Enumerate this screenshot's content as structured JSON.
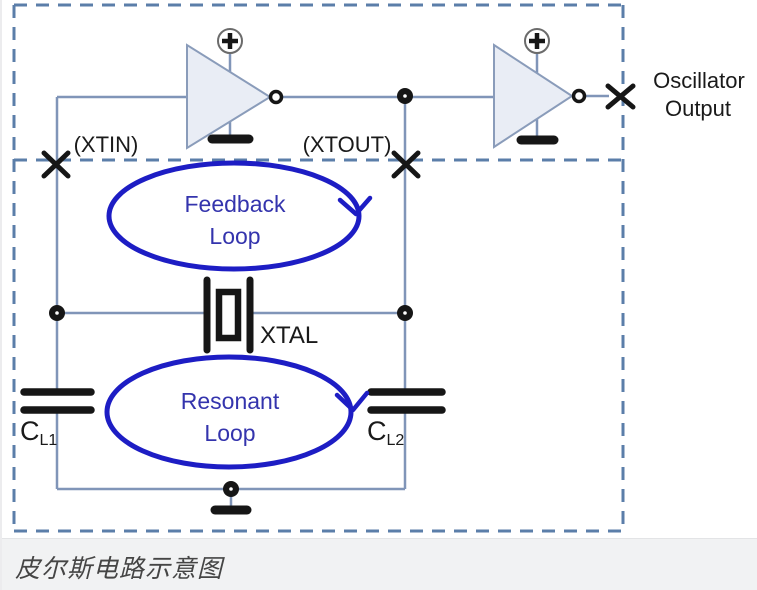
{
  "diagram": {
    "caption": "皮尔斯电路示意图",
    "labels": {
      "xtin": "(XTIN)",
      "xtout": "(XTOUT)",
      "xtal": "XTAL",
      "oscillator_output_line1": "Oscillator",
      "oscillator_output_line2": "Output",
      "cap1_main": "C",
      "cap1_sub": "L1",
      "cap2_main": "C",
      "cap2_sub": "L2"
    },
    "loops": {
      "feedback": {
        "line1": "Feedback",
        "line2": "Loop"
      },
      "resonant": {
        "line1": "Resonant",
        "line2": "Loop"
      }
    },
    "colors": {
      "loop_blue": "#1d1dc4",
      "loop_text_blue": "#3434ad",
      "wire": "#8095b8",
      "dashed_border": "#5b7ea9",
      "component_black": "#161616",
      "amp_fill": "#e9edf5",
      "amp_stroke": "#8a9cba",
      "label_black": "#1a1a1a",
      "caption_bg": "#f1f2f3",
      "caption_text": "#454545"
    }
  }
}
